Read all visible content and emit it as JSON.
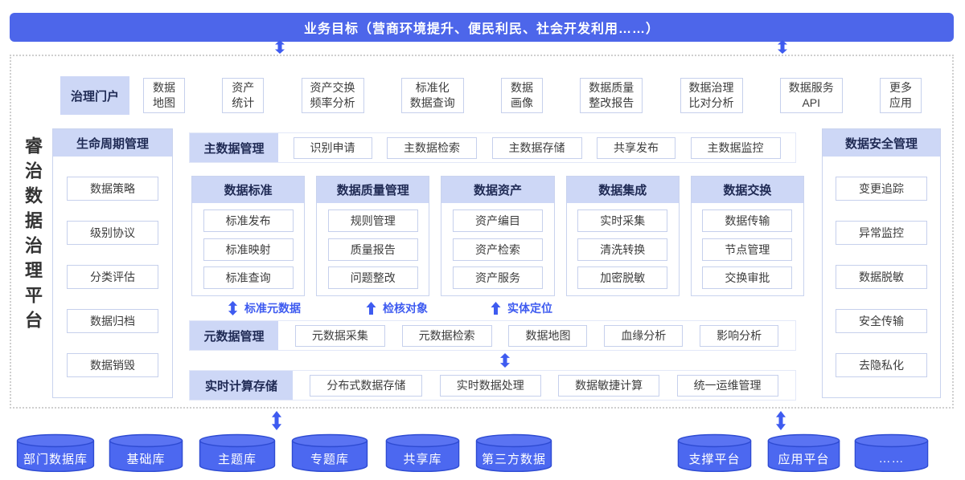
{
  "banner": {
    "title": "业务目标（营商环境提升、便民利民、社会开发利用……）"
  },
  "platform": {
    "title": "睿治数据治理平台"
  },
  "portal": {
    "header": "治理门户",
    "items": [
      "数据\n地图",
      "资产\n统计",
      "资产交换\n频率分析",
      "标准化\n数据查询",
      "数据\n画像",
      "数据质量\n整改报告",
      "数据治理\n比对分析",
      "数据服务\nAPI",
      "更多\n应用"
    ]
  },
  "lifecycle": {
    "header": "生命周期管理",
    "items": [
      "数据策略",
      "级别协议",
      "分类评估",
      "数据归档",
      "数据销毁"
    ]
  },
  "master_row": {
    "header": "主数据管理",
    "items": [
      "识别申请",
      "主数据检索",
      "主数据存储",
      "共享发布",
      "主数据监控"
    ]
  },
  "capability_columns": [
    {
      "header": "数据标准",
      "items": [
        "标准发布",
        "标准映射",
        "标准查询"
      ]
    },
    {
      "header": "数据质量管理",
      "items": [
        "规则管理",
        "质量报告",
        "问题整改"
      ]
    },
    {
      "header": "数据资产",
      "items": [
        "资产编目",
        "资产检索",
        "资产服务"
      ]
    },
    {
      "header": "数据集成",
      "items": [
        "实时采集",
        "清洗转换",
        "加密脱敏"
      ]
    },
    {
      "header": "数据交换",
      "items": [
        "数据传输",
        "节点管理",
        "交换审批"
      ]
    }
  ],
  "flow_labels": [
    "标准元数据",
    "检核对象",
    "实体定位"
  ],
  "metadata_row": {
    "header": "元数据管理",
    "items": [
      "元数据采集",
      "元数据检索",
      "数据地图",
      "血缘分析",
      "影响分析"
    ]
  },
  "realtime_row": {
    "header": "实时计算存储",
    "items": [
      "分布式数据存储",
      "实时数据处理",
      "数据敏捷计算",
      "统一运维管理"
    ]
  },
  "security": {
    "header": "数据安全管理",
    "items": [
      "变更追踪",
      "异常监控",
      "数据脱敏",
      "安全传输",
      "去隐私化"
    ]
  },
  "datasources": [
    "部门数据库",
    "基础库",
    "主题库",
    "专题库",
    "共享库",
    "第三方数据",
    "支撑平台",
    "应用平台",
    "……"
  ],
  "colors": {
    "banner_blue": "#4d66ea",
    "arrow_blue": "#3e5bf0",
    "header_bg": "#cdd7f6",
    "header_text": "#1f2a54",
    "box_border": "#c6d0ec",
    "cylinder_fill": "#4c68f0",
    "cylinder_stroke": "#2e4bd2"
  }
}
